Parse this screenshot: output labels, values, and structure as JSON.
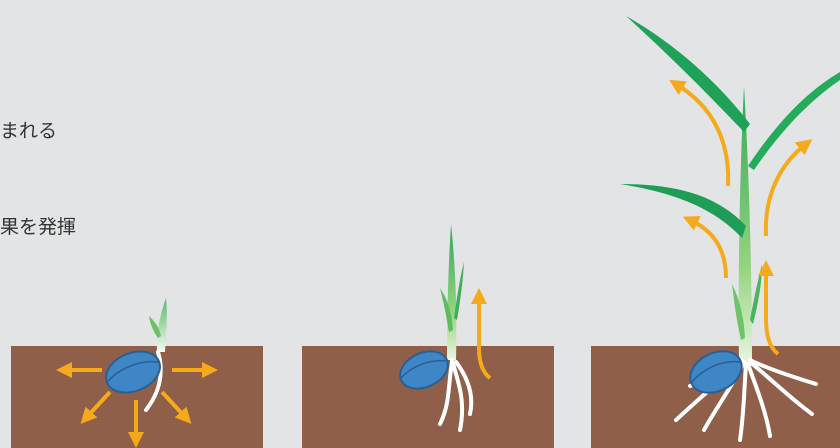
{
  "captions": [
    "まれる",
    "果を発揮"
  ],
  "colors": {
    "background": "#e3e4e6",
    "soil": "#8f5f4a",
    "seed": "#3f86c6",
    "seed_outline": "#2a5f94",
    "arrow": "#f5aa1c",
    "leaf_dark": "#21a55a",
    "leaf_light": "#c9e7a6",
    "stem": "#7fcf77",
    "root": "#ffffff",
    "text": "#333333"
  },
  "stages": [
    {
      "name": "germination",
      "arrows": "outward-from-seed"
    },
    {
      "name": "seedling",
      "arrows": "upward"
    },
    {
      "name": "mature-plant",
      "arrows": "upward-along-leaves"
    }
  ]
}
